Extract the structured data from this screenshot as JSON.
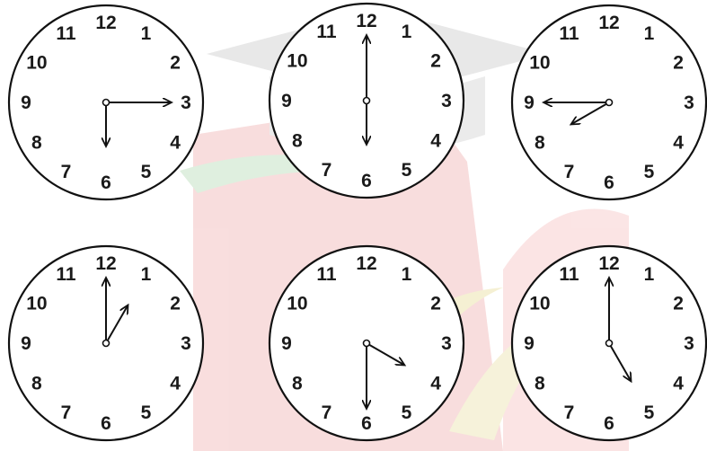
{
  "colors": {
    "face": "#ffffff",
    "ink": "#111111",
    "watermark_red": "#f5c6c6",
    "watermark_green": "#d6ecd6",
    "watermark_yellow": "#f3ecc4",
    "watermark_gray": "#dcdcdc"
  },
  "watermark": {
    "description": "faint logo with a mortarboard cap"
  },
  "numerals": [
    "12",
    "1",
    "2",
    "3",
    "4",
    "5",
    "6",
    "7",
    "8",
    "9",
    "10",
    "11"
  ],
  "clocks": [
    {
      "id": "clock-1",
      "hour_hand_points_to": 6,
      "minute_hand_points_to": 3
    },
    {
      "id": "clock-2",
      "hour_hand_points_to": 6,
      "minute_hand_points_to": 12
    },
    {
      "id": "clock-3",
      "hour_hand_points_to": 8,
      "minute_hand_points_to": 9
    },
    {
      "id": "clock-4",
      "hour_hand_points_to": 1,
      "minute_hand_points_to": 12
    },
    {
      "id": "clock-5",
      "hour_hand_points_to": 4,
      "minute_hand_points_to": 6
    },
    {
      "id": "clock-6",
      "hour_hand_points_to": 5,
      "minute_hand_points_to": 12
    }
  ]
}
